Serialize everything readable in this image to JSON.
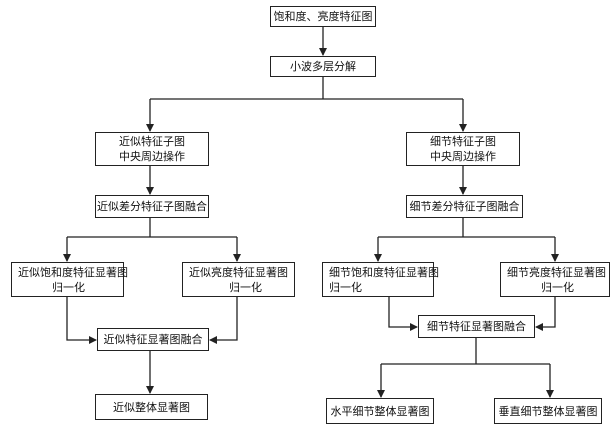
{
  "nodes": {
    "source": [
      "饱和度、亮度特征图"
    ],
    "wavelet": [
      "小波多层分解"
    ],
    "approx_map": [
      "近似特征子图",
      "中央周边操作"
    ],
    "detail_map": [
      "细节特征子图",
      "中央周边操作"
    ],
    "approx_diff": [
      "近似差分特征子图融合"
    ],
    "detail_diff": [
      "细节差分特征子图融合"
    ],
    "approx_sat": [
      "近似饱和度特征显著图",
      "归一化"
    ],
    "approx_bright": [
      "近似亮度特征显著图",
      "归一化"
    ],
    "detail_sat": [
      "细节饱和度特征显著图",
      "归一化"
    ],
    "detail_bright": [
      "细节亮度特征显著图",
      "归一化"
    ],
    "approx_fuse": [
      "近似特征显著图融合"
    ],
    "detail_fuse": [
      "细节特征显著图融合"
    ],
    "approx_final": [
      "近似整体显著图"
    ],
    "horiz_final": [
      "水平细节整体显著图"
    ],
    "vert_final": [
      "垂直细节整体显著图"
    ]
  },
  "colors": {
    "line": "#222222",
    "border": "#222222",
    "background": "#ffffff"
  }
}
